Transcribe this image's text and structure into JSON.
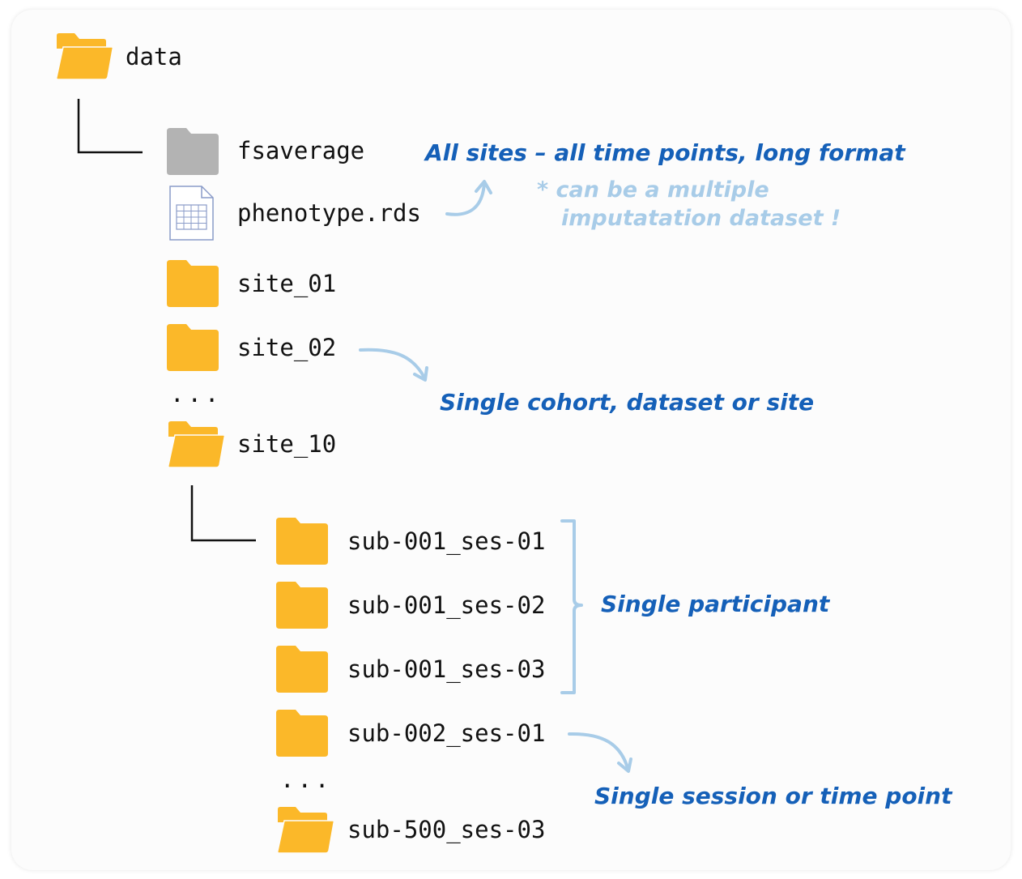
{
  "tree": {
    "root": {
      "label": "data",
      "icon": "folder-open-icon"
    },
    "level1": [
      {
        "label": "fsaverage",
        "icon": "folder-gray-icon"
      },
      {
        "label": "phenotype.rds",
        "icon": "spreadsheet-file-icon"
      },
      {
        "label": "site_01",
        "icon": "folder-icon"
      },
      {
        "label": "site_02",
        "icon": "folder-icon"
      },
      {
        "label": "...",
        "icon": ""
      },
      {
        "label": "site_10",
        "icon": "folder-open-icon"
      }
    ],
    "level2": [
      {
        "label": "sub-001_ses-01",
        "icon": "folder-icon"
      },
      {
        "label": "sub-001_ses-02",
        "icon": "folder-icon"
      },
      {
        "label": "sub-001_ses-03",
        "icon": "folder-icon"
      },
      {
        "label": "sub-002_ses-01",
        "icon": "folder-icon"
      },
      {
        "label": "...",
        "icon": ""
      },
      {
        "label": "sub-500_ses-03",
        "icon": "folder-open-icon"
      }
    ]
  },
  "annotations": {
    "all_sites": "All sites – all time points, long format",
    "note_line1": "* can be a multiple",
    "note_line2": "imputatation dataset !",
    "single_cohort": "Single cohort, dataset or site",
    "single_participant": "Single participant",
    "single_session": "Single session or time point"
  },
  "colors": {
    "folder": "#fbb829",
    "folder_gray": "#b3b3b3",
    "annotation": "#1560b8",
    "annotation_light": "#a8cce8",
    "connector": "#111111"
  }
}
